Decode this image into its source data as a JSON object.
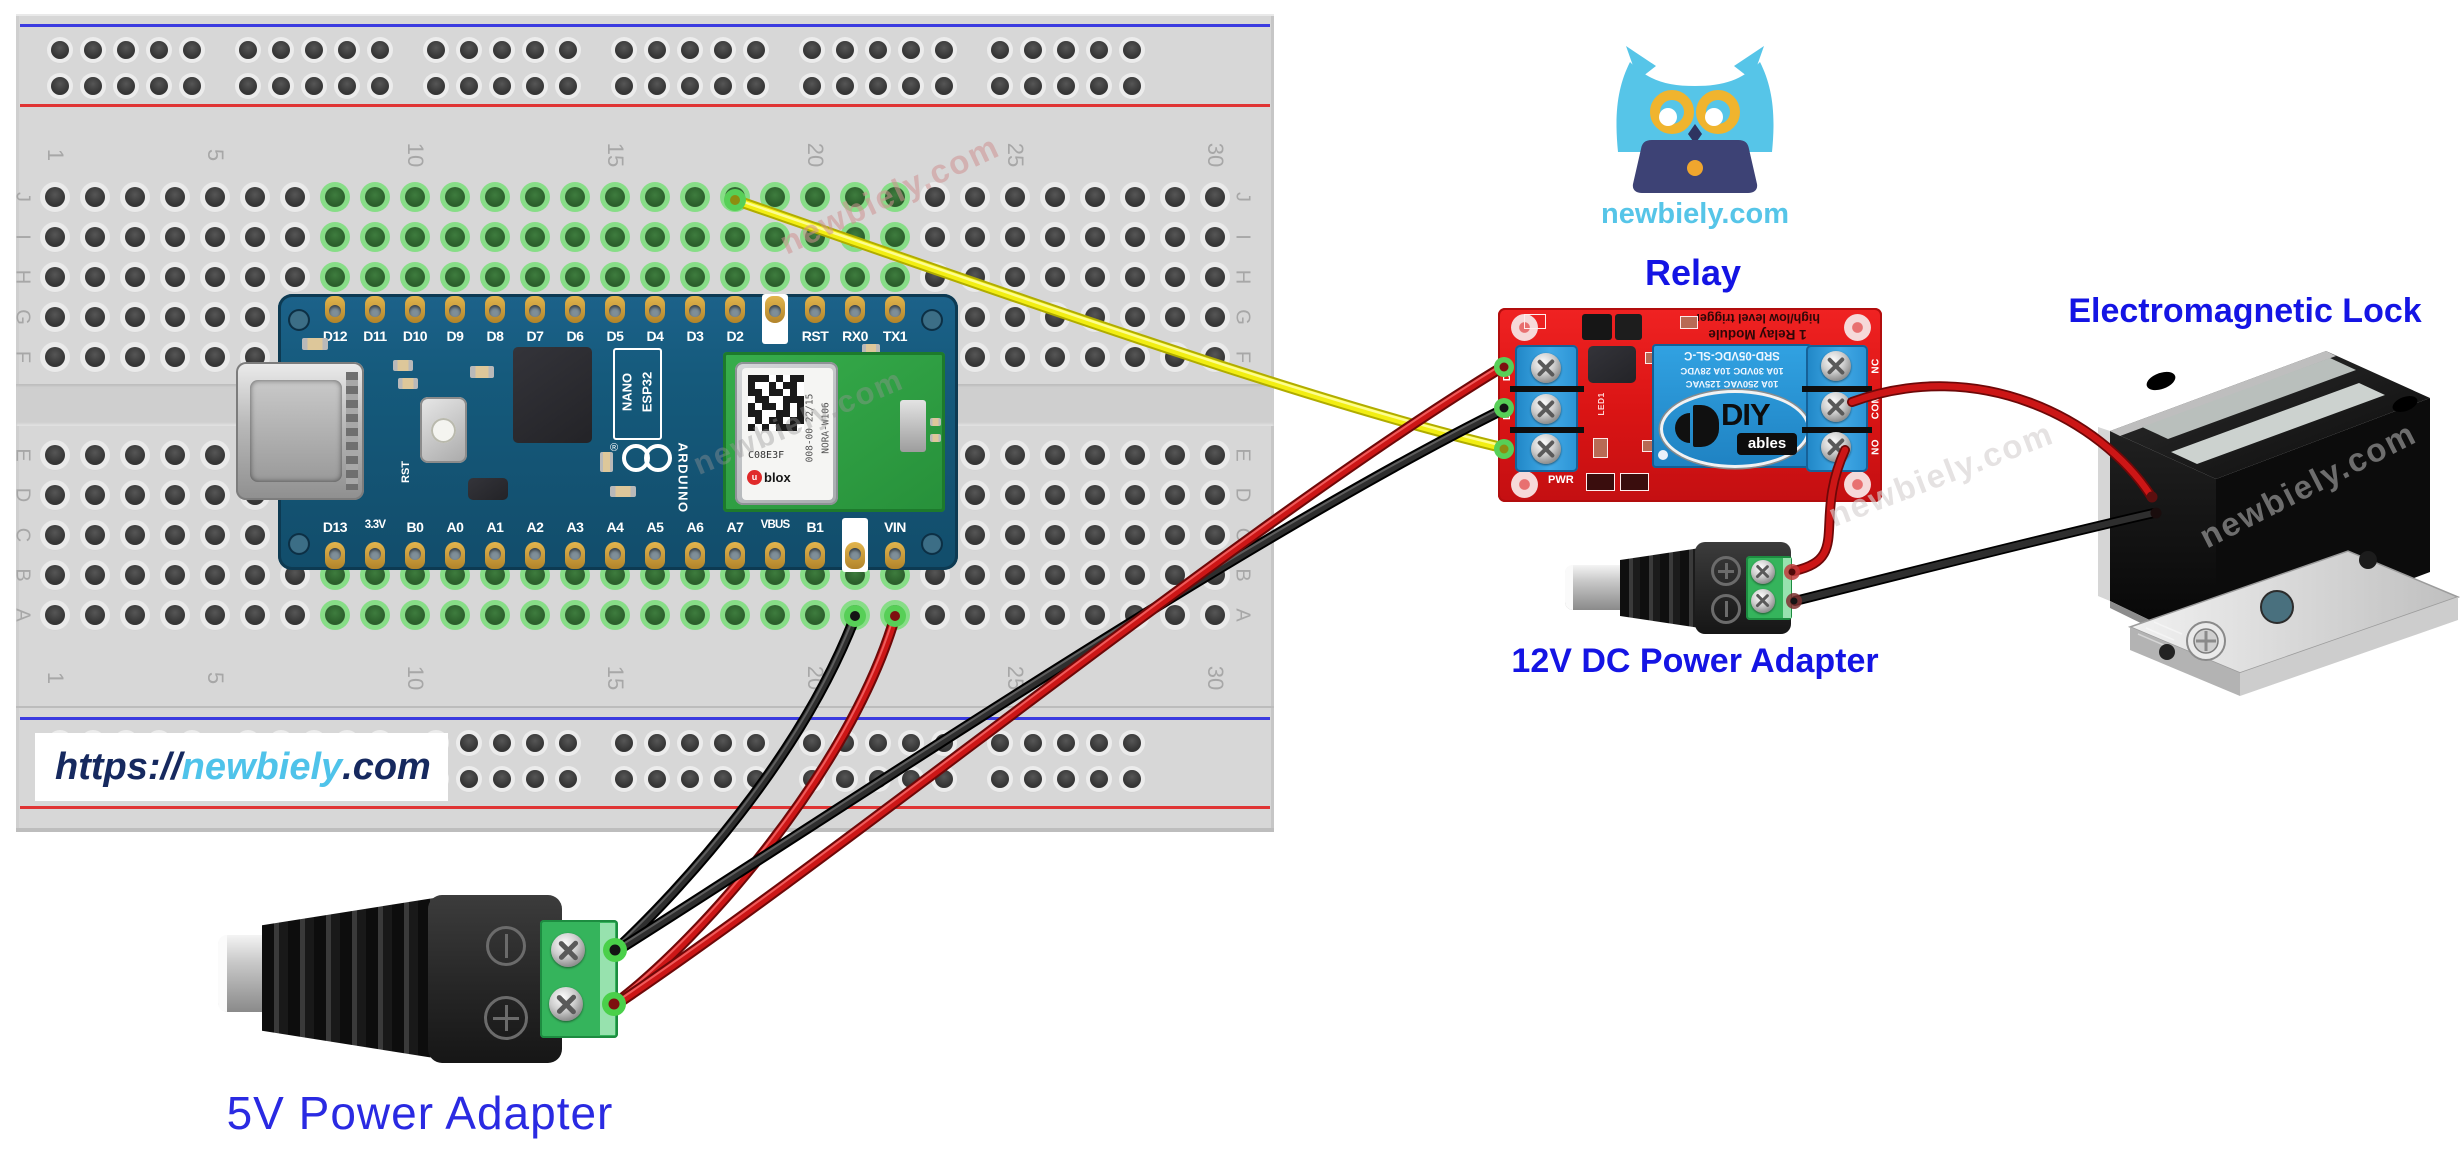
{
  "site": {
    "url_prefix": "https://",
    "url_domain": "newbiely",
    "url_suffix": ".com",
    "logo_text": "newbiely.com",
    "watermark": "newbiely.com"
  },
  "labels": {
    "relay": "Relay",
    "electromagnetic_lock": "Electromagnetic Lock",
    "adapter_12v": "12V DC Power Adapter",
    "adapter_5v": "5V Power Adapter"
  },
  "breadboard": {
    "column_numbers": [
      "1",
      "5",
      "10",
      "15",
      "20",
      "25",
      "30"
    ],
    "row_letters_top": [
      "J",
      "I",
      "H",
      "G",
      "F"
    ],
    "row_letters_bottom": [
      "E",
      "D",
      "C",
      "B",
      "A"
    ]
  },
  "arduino": {
    "top_pins": [
      "D12",
      "D11",
      "D10",
      "D9",
      "D8",
      "D7",
      "D6",
      "D5",
      "D4",
      "D3",
      "D2",
      "",
      "RST",
      "RX0",
      "TX1"
    ],
    "bottom_pins": [
      "D13",
      "3.3V",
      "B0",
      "A0",
      "A1",
      "A2",
      "A3",
      "A4",
      "A5",
      "A6",
      "A7",
      "VBUS",
      "B1",
      "",
      "VIN"
    ],
    "rst_button": "RST",
    "board_name_1": "NANO",
    "board_name_2": "ESP32",
    "brand": "ARDUINO",
    "registered": "®",
    "module": {
      "brand_u": "u",
      "brand_rest": "blox",
      "code": "C08E3F",
      "batch": "008-00 22/15",
      "part": "NORA-W106"
    }
  },
  "relay_module": {
    "title": "1 Relay Module",
    "subtitle": "high/low level trigger",
    "relay_lines": [
      "SRD-05VDC-SL-C",
      "10A 30VDC 10A 28VDC",
      "10A 250VAC 125VAC"
    ],
    "left_terminals": [
      "DC+",
      "DC-",
      "IN"
    ],
    "right_terminals": [
      "NC",
      "COM",
      "NO"
    ],
    "pwr": "PWR",
    "led": "LED1",
    "logo_top": "DIY",
    "logo_bottom": "ables"
  },
  "colors": {
    "label_blue": "#1414e4",
    "logo_light_blue": "#56c5e8",
    "url_navy": "#16295f",
    "relay_board_red": "#d91414",
    "terminal_blue": "#2b93d4",
    "pcb_blue": "#155a7c",
    "module_green": "#2f9e42",
    "adapter_green": "#35b45c",
    "wire_yellow": "#f2ee12",
    "wire_red": "#cc1616",
    "wire_black": "#222222",
    "breadboard_gray": "#d7d7d7",
    "hole_highlight_green": "#87dd87"
  }
}
